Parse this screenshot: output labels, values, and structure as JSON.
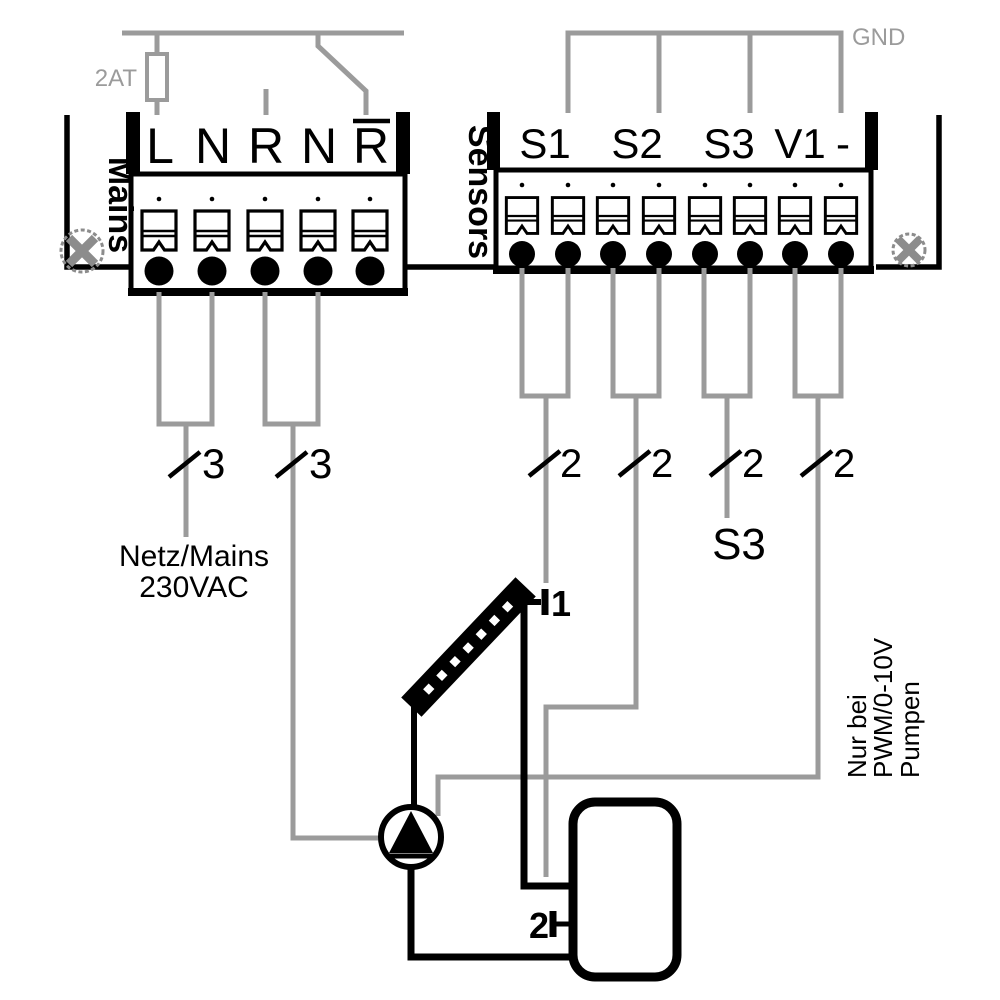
{
  "figure": {
    "type": "solar-controller-wiring-diagram"
  },
  "colors": {
    "wire_gray": "#9b9b9b",
    "ink": "#000000",
    "screw_gray": "#8c8c8c"
  },
  "mains_block": {
    "label": "Mains",
    "fuse_label": "2AT",
    "terminal_labels": [
      "L",
      "N",
      "R",
      "N",
      "R"
    ],
    "cable_labels": [
      "3",
      "3"
    ],
    "supply_label_line1": "Netz/Mains",
    "supply_label_line2": "230VAC"
  },
  "sensor_block": {
    "label": "Sensors",
    "gnd_label": "GND",
    "terminal_labels": [
      "S1",
      "S2",
      "S3",
      "V1",
      "-"
    ],
    "cable_labels": [
      "2",
      "2",
      "2",
      "2"
    ],
    "s3_wire_label": "S3"
  },
  "hydraulic": {
    "collector_sensor_label": "1",
    "tank_sensor_label": "2"
  },
  "note": {
    "line1": "Nur bei",
    "line2": "PWM/0-10V",
    "line3": "Pumpen"
  }
}
